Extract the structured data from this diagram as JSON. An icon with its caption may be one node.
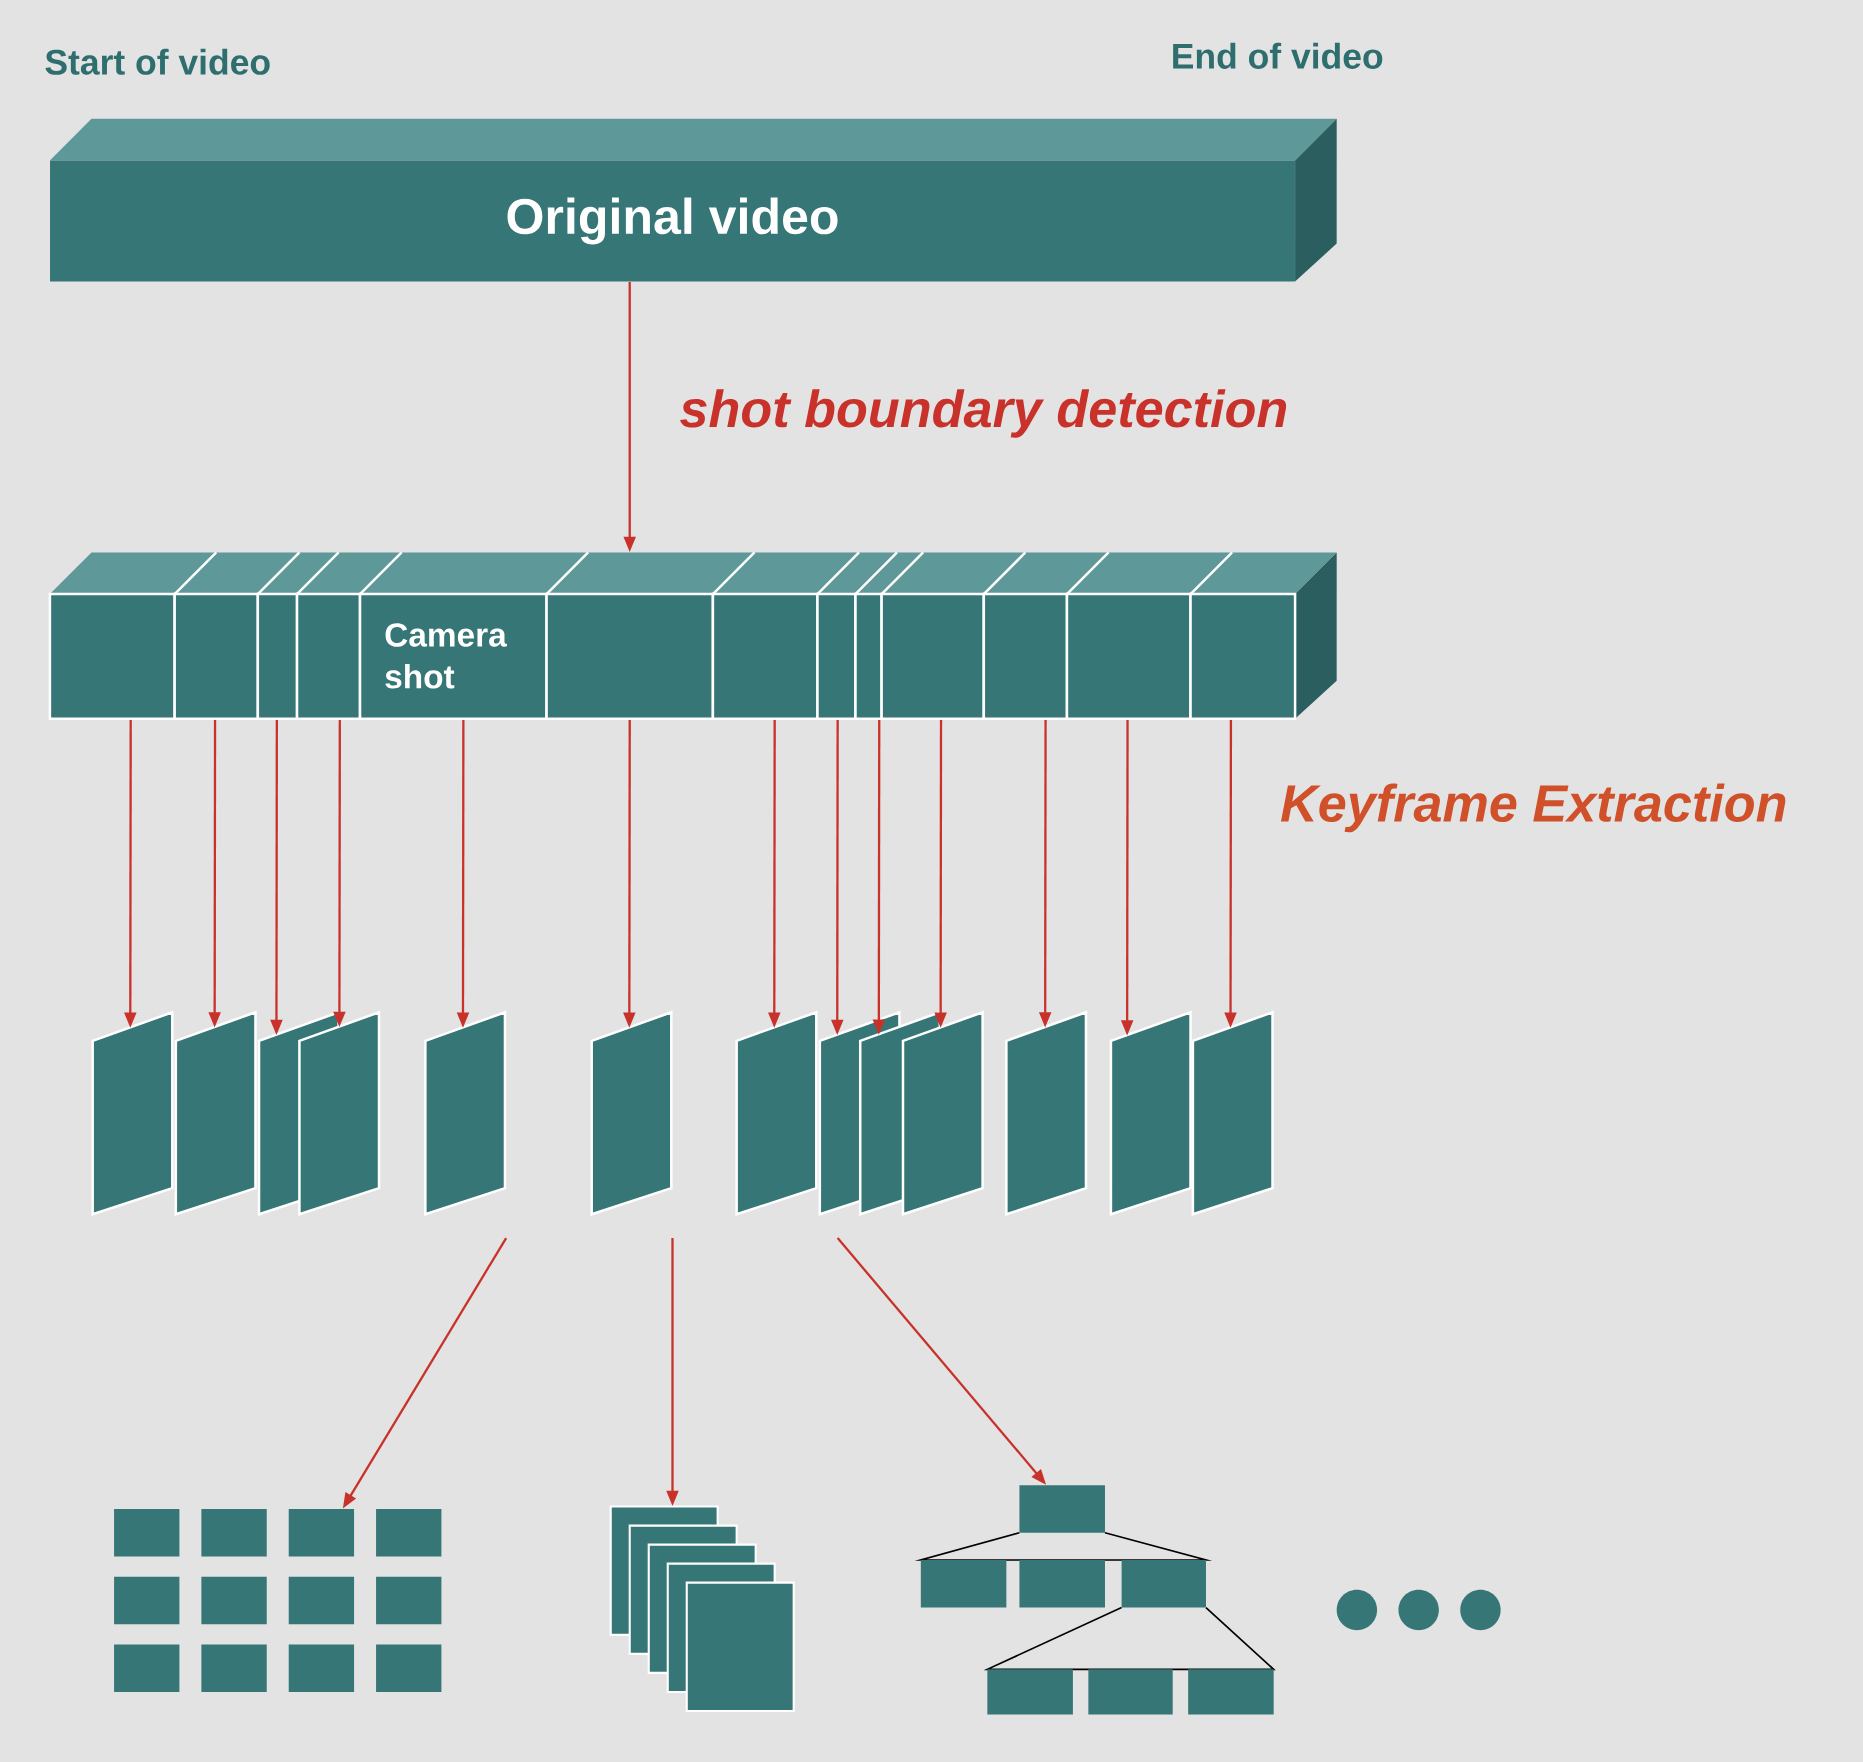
{
  "diagram": {
    "nodes": [
      {
        "text": [
          "Original video"
        ]
      },
      {
        "text": [],
        "shape": "bar"
      },
      {
        "text": [],
        "shape": "box",
        "in": 1
      },
      {
        "text": [],
        "shape": "box",
        "in": 1
      },
      {
        "text": [],
        "shape": "box",
        "in": 1
      },
      {
        "text": [],
        "shape": "box",
        "in": 1
      },
      {
        "text": [
          "Camera shot"
        ],
        "in": 1
      },
      {
        "text": [],
        "shape": "box",
        "in": 1
      },
      {
        "text": [],
        "shape": "box",
        "in": 1
      },
      {
        "text": [],
        "shape": "box",
        "in": 1
      },
      {
        "text": [],
        "shape": "box",
        "in": 1
      },
      {
        "text": [],
        "shape": "box",
        "in": 1
      },
      {
        "text": [],
        "shape": "box",
        "in": 1
      },
      {
        "text": [],
        "shape": "box",
        "in": 1
      },
      {
        "text": [],
        "shape": "box",
        "in": 1
      },
      {
        "text": [],
        "shape": "parallelogram"
      },
      {
        "text": [],
        "shape": "parallelogram"
      },
      {
        "text": [],
        "shape": "parallelogram"
      },
      {
        "text": [],
        "shape": "parallelogram"
      },
      {
        "text": [],
        "shape": "parallelogram"
      },
      {
        "text": [],
        "shape": "parallelogram"
      },
      {
        "text": [],
        "shape": "parallelogram"
      },
      {
        "text": [],
        "shape": "parallelogram"
      },
      {
        "text": [],
        "shape": "parallelogram"
      },
      {
        "text": [],
        "shape": "parallelogram"
      },
      {
        "text": [],
        "shape": "parallelogram"
      },
      {
        "text": [],
        "shape": "parallelogram"
      },
      {
        "text": [],
        "shape": "parallelogram"
      },
      {
        "text": [],
        "shape": "picture"
      },
      {
        "text": [],
        "shape": "picture"
      },
      {
        "text": [],
        "shape": "picture"
      }
    ],
    "edges": [
      {
        "from": 0,
        "to": 1,
        "arrow": "to",
        "label": "shot boundary detection"
      },
      {
        "from": 2,
        "to": 15,
        "arrow": "to"
      },
      {
        "from": 3,
        "to": 16,
        "arrow": "to"
      },
      {
        "from": 4,
        "to": 17,
        "arrow": "to"
      },
      {
        "from": 5,
        "to": 18,
        "arrow": "to"
      },
      {
        "from": 6,
        "to": 19,
        "arrow": "to"
      },
      {
        "from": 7,
        "to": 20,
        "arrow": "to"
      },
      {
        "from": 8,
        "to": 21,
        "arrow": "to"
      },
      {
        "from": 9,
        "to": 22,
        "arrow": "to"
      },
      {
        "from": 10,
        "to": 23,
        "arrow": "to"
      },
      {
        "from": 11,
        "to": 24,
        "arrow": "to"
      },
      {
        "from": 12,
        "to": 25,
        "arrow": "to"
      },
      {
        "from": 13,
        "to": 26,
        "arrow": "to"
      },
      {
        "from": 14,
        "to": 27,
        "arrow": "to"
      },
      {
        "from": null,
        "to": 28,
        "arrow": "to"
      },
      {
        "from": null,
        "to": 29,
        "arrow": "to"
      },
      {
        "from": null,
        "to": 30,
        "arrow": "to"
      }
    ],
    "labels": [
      "Start of video",
      "End of video",
      "Keyframe Extraction"
    ]
  }
}
